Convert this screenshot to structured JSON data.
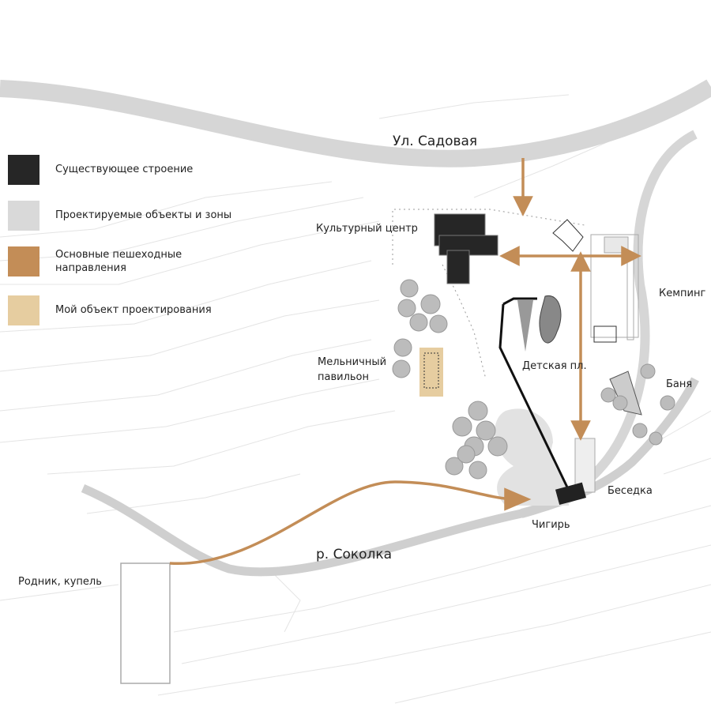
{
  "legend": [
    {
      "label": "Существующее строение",
      "color": "#262626"
    },
    {
      "label": "Проектируемые объекты и зоны",
      "color": "#d9d9d9"
    },
    {
      "label": "Основные пешеходные направления",
      "color": "#c38d57"
    },
    {
      "label": "Мой объект проектирования",
      "color": "#e6cda0"
    }
  ],
  "labels": {
    "street": "Ул. Садовая",
    "river": "р. Соколка",
    "culture_center": "Культурный центр",
    "mill_pavilion_1": "Мельничный",
    "mill_pavilion_2": "павильон",
    "playground": "Детская пл.",
    "camping": "Кемпинг",
    "bathhouse": "Баня",
    "gazebo": "Беседка",
    "chigir": "Чигирь",
    "spring": "Родник, купель"
  },
  "colors": {
    "road": "#d6d6d6",
    "path": "#c38d57",
    "building": "#262626",
    "object": "#e6cda0"
  }
}
